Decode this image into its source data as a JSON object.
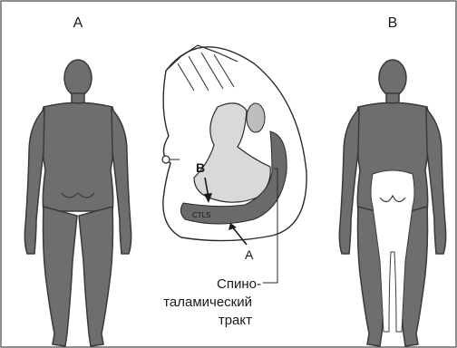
{
  "figure": {
    "label_left": "A",
    "label_right": "B",
    "cord_label_b": "B",
    "cord_label_a": "A",
    "cells_text": "CTLS",
    "tract_label": [
      "Спино-",
      "таламический",
      "тракт"
    ]
  },
  "colors": {
    "body_fill": "#6e6e6e",
    "body_outline": "#3a3a3a",
    "gray_matter": "#d9d9d9",
    "tract_fill": "#6a6a6a",
    "spared_fill": "#ffffff",
    "frame": "#444444"
  }
}
